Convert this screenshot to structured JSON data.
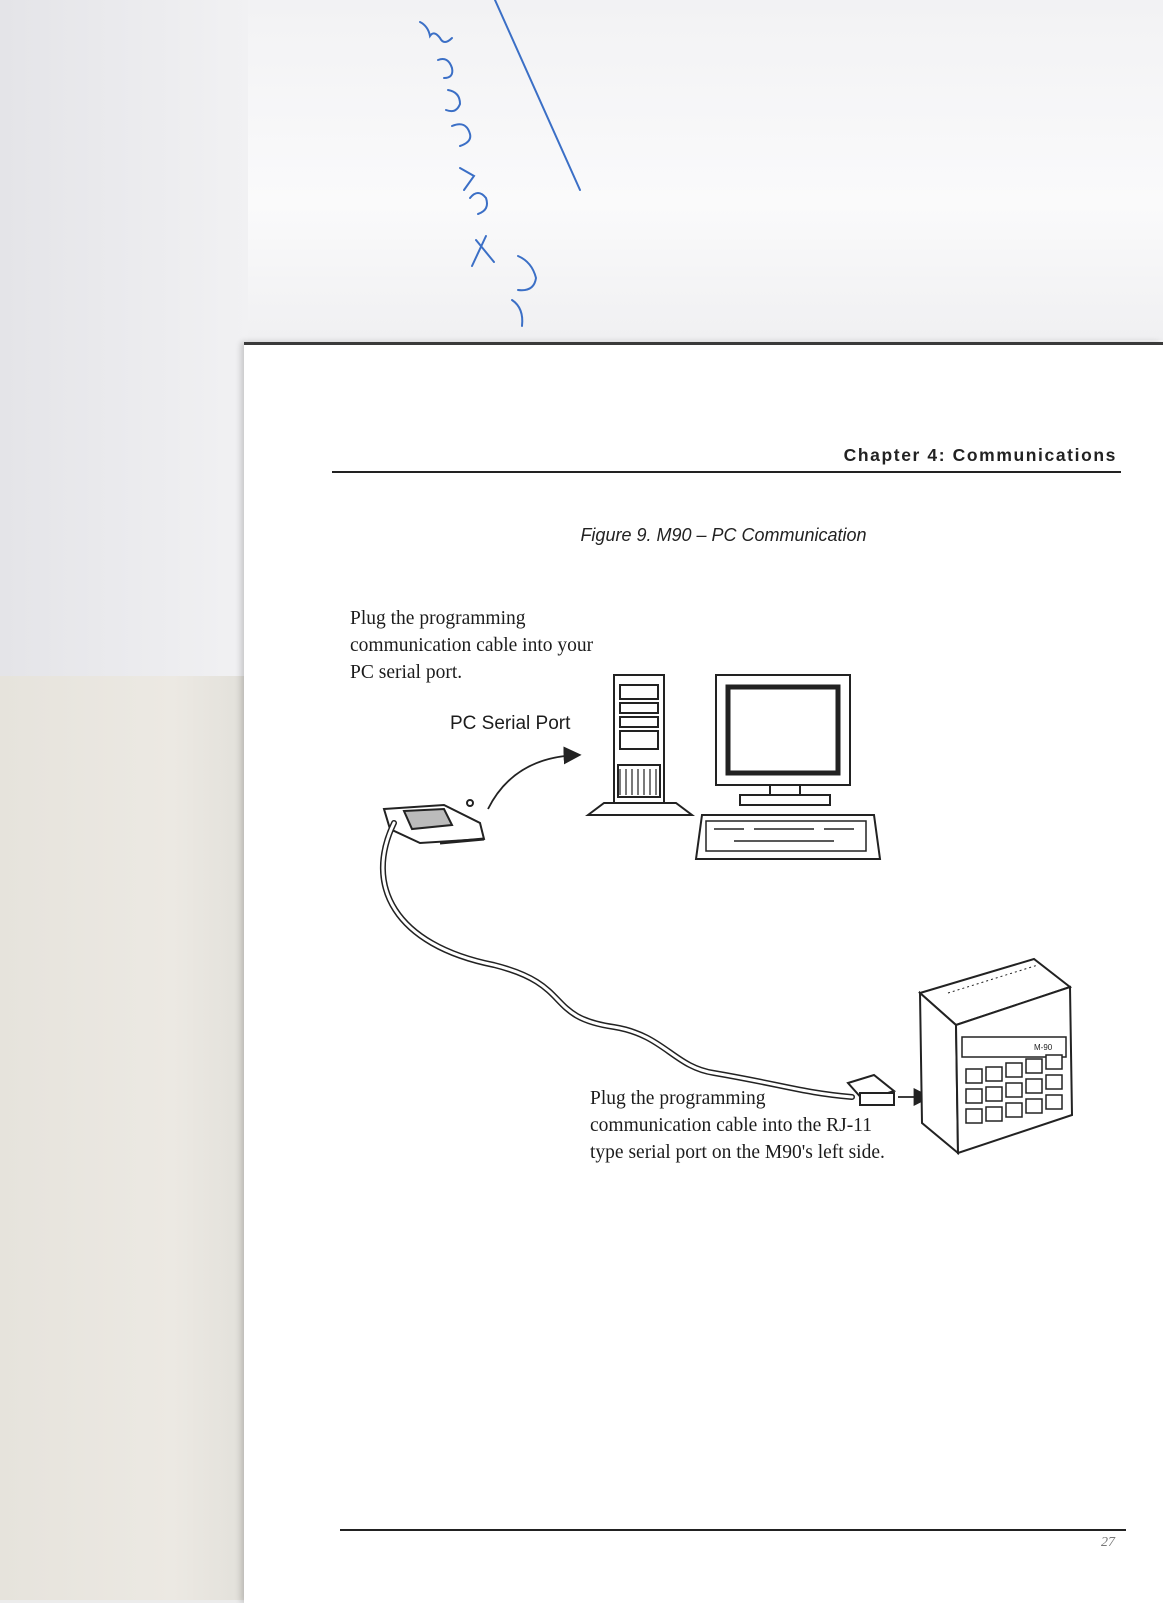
{
  "header": {
    "chapter": "Chapter 4:  Communications"
  },
  "figure": {
    "title": "Figure 9. M90 – PC Communication",
    "pc_port_label": "PC Serial Port",
    "note_pc": "Plug the programming communication cable into your PC serial port.",
    "note_plc": "Plug the programming communication cable into the RJ-11 type serial port on the M90's left side.",
    "device_model": "M-90"
  },
  "footer": {
    "page_number": "27"
  },
  "colors": {
    "ink": "#222222",
    "signature": "#3b6fc6"
  }
}
